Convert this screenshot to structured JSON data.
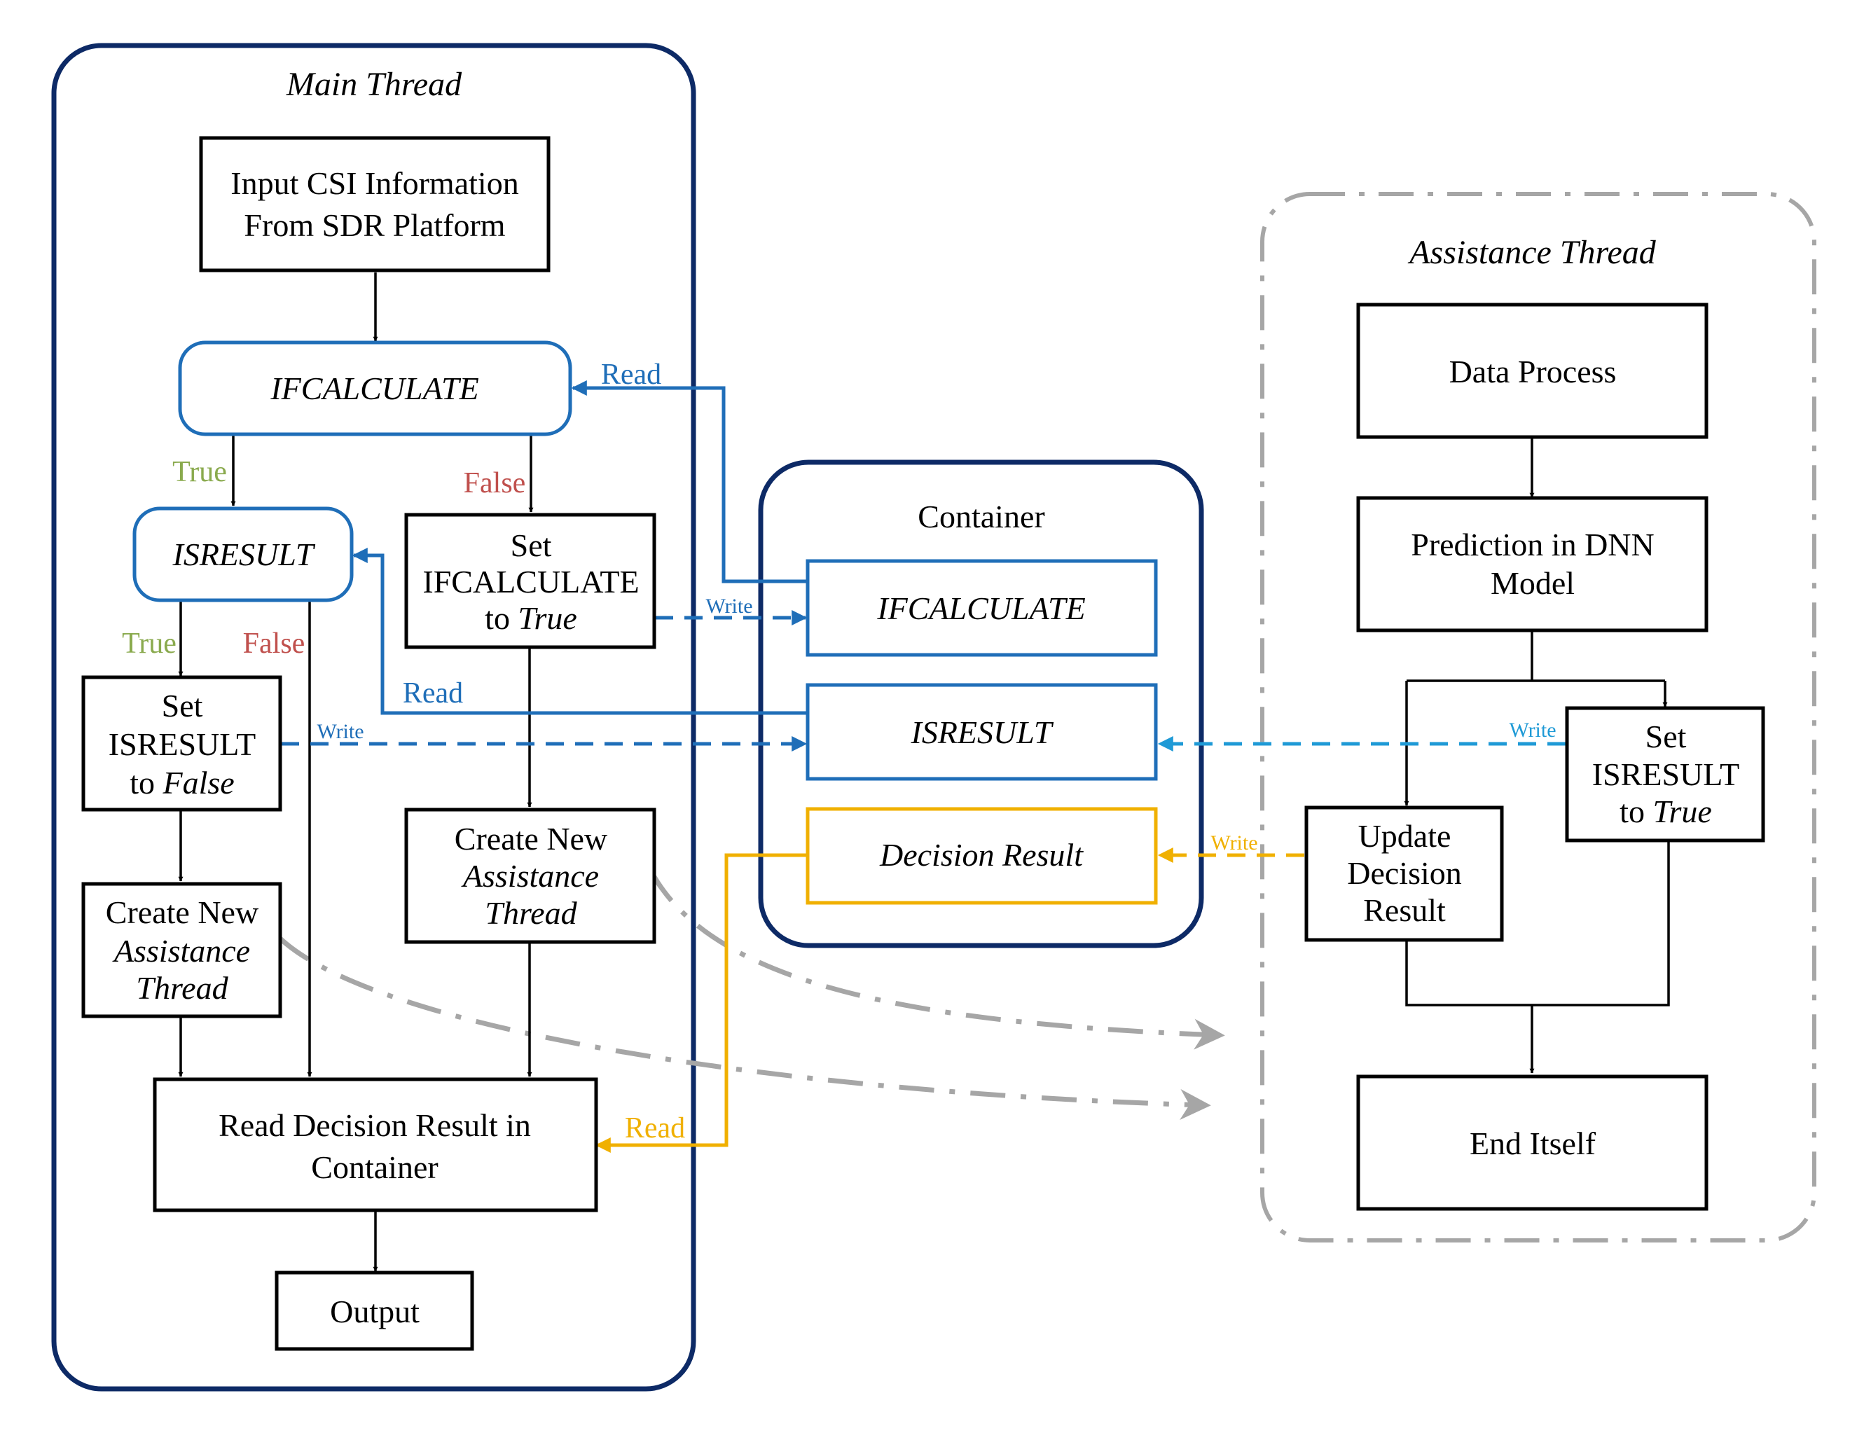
{
  "main_thread": {
    "title": "Main Thread",
    "input_line1": "Input CSI Information",
    "input_line2": "From SDR Platform",
    "ifcalculate": "IFCALCULATE",
    "isresult": "ISRESULT",
    "set_if_line1": "Set",
    "set_if_line2": "IFCALCULATE",
    "set_if_to": "to ",
    "set_if_value": "True",
    "set_is_line1": "Set",
    "set_is_line2": "ISRESULT",
    "set_is_to": "to ",
    "set_is_value": "False",
    "create_right_line1": "Create New",
    "create_right_line2": "Assistance",
    "create_right_line3": "Thread",
    "create_left_line1": "Create New",
    "create_left_line2": "Assistance",
    "create_left_line3": "Thread",
    "read_decision_line1": "Read Decision Result in",
    "read_decision_line2": "Container",
    "output": "Output"
  },
  "container": {
    "title": "Container",
    "ifcalculate": "IFCALCULATE",
    "isresult": "ISRESULT",
    "decision_result": "Decision Result"
  },
  "assistance_thread": {
    "title": "Assistance Thread",
    "data_process": "Data Process",
    "prediction_line1": "Prediction in DNN",
    "prediction_line2": "Model",
    "update_line1": "Update",
    "update_line2": "Decision",
    "update_line3": "Result",
    "set_is_line1": "Set",
    "set_is_line2": "ISRESULT",
    "set_is_to": "to ",
    "set_is_value": "True",
    "end": "End Itself"
  },
  "edge_labels": {
    "true_ifcalc": "True",
    "false_ifcalc": "False",
    "true_isresult": "True",
    "false_isresult": "False",
    "read_ifcalc": "Read",
    "read_isresult": "Read",
    "read_decision": "Read",
    "write_ifcalc": "Write",
    "write_isresult_main": "Write",
    "write_isresult_assist": "Write",
    "write_decision": "Write"
  },
  "colors": {
    "dark_navy": "#0d2a66",
    "blue": "#1f6eb8",
    "light_blue": "#1f9ad6",
    "orange": "#f0b000",
    "gray": "#a6a6a6",
    "true_green": "#8aaa4e",
    "false_red": "#c0504d"
  }
}
